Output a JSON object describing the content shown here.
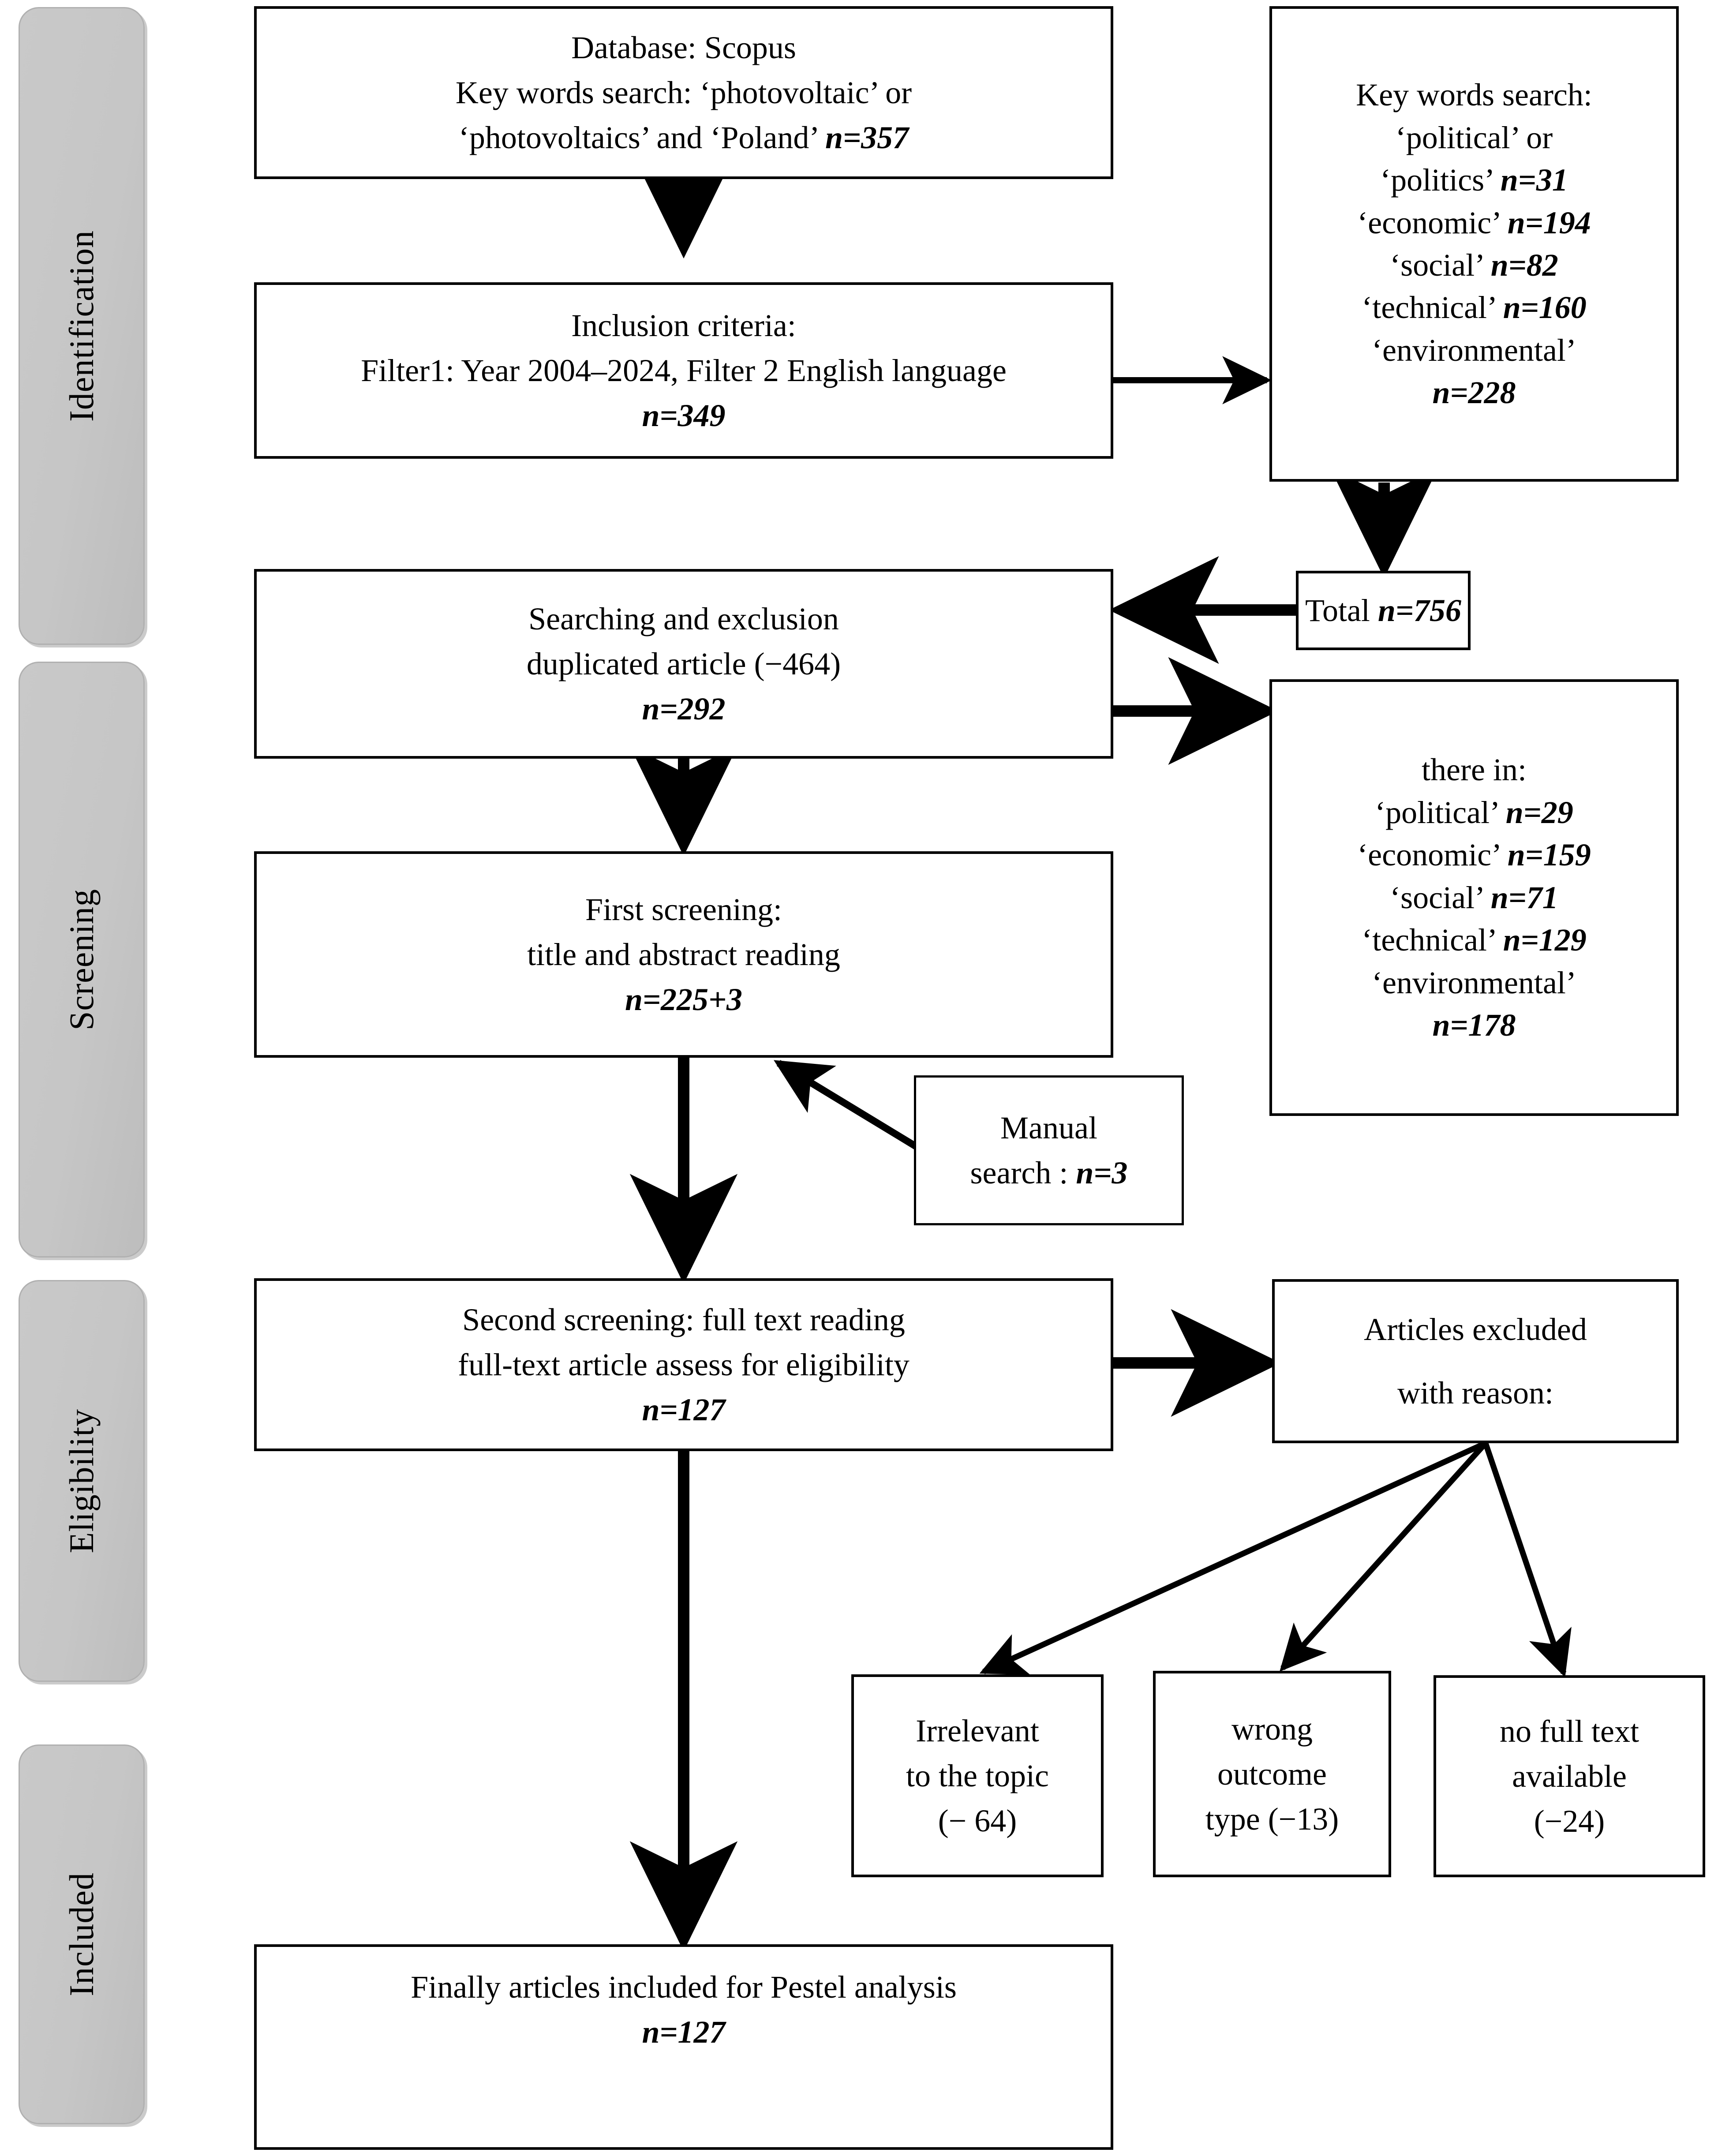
{
  "diagram": {
    "title": "PRISMA flow diagram",
    "phases": [
      {
        "id": "identification",
        "label": "Identification"
      },
      {
        "id": "screening",
        "label": "Screening"
      },
      {
        "id": "eligibility",
        "label": "Eligibility"
      },
      {
        "id": "included",
        "label": "Included"
      }
    ],
    "boxes": {
      "database": {
        "line1": "Database: Scopus",
        "line2": "Key words search: ‘photovoltaic’ or",
        "line3_text": "‘photovoltaics’ and ‘Poland’ ",
        "line3_n": "n=357"
      },
      "inclusion": {
        "line1": "Inclusion criteria:",
        "line2": "Filter1: Year 2004–2024, Filter 2 English language",
        "line3_n": "n=349"
      },
      "keywords_search": {
        "line1": "Key words search:",
        "line2": "‘political’ or",
        "line3_text": "‘politics’ ",
        "line3_n": "n=31",
        "line4_text": "‘economic’ ",
        "line4_n": "n=194",
        "line5_text": "‘social’ ",
        "line5_n": "n=82",
        "line6_text": "‘technical’ ",
        "line6_n": "n=160",
        "line7_text": "‘environmental’",
        "line8_n": "n=228"
      },
      "total": {
        "text": "Total ",
        "n": "n=756"
      },
      "searching": {
        "line1": "Searching and exclusion",
        "line2": "duplicated article (−464)",
        "line3_n": "n=292"
      },
      "there_in": {
        "line1": "there in:",
        "line2_text": "‘political’ ",
        "line2_n": "n=29",
        "line3_text": "‘economic’ ",
        "line3_n": "n=159",
        "line4_text": "‘social’ ",
        "line4_n": "n=71",
        "line5_text": "‘technical’ ",
        "line5_n": "n=129",
        "line6_text": "‘environmental’",
        "line7_n": "n=178"
      },
      "first_screening": {
        "line1": "First screening:",
        "line2": "title and abstract reading",
        "line3_n": "n=225+3"
      },
      "manual_search": {
        "line1": "Manual",
        "line2_text": "search : ",
        "line2_n": "n=3"
      },
      "second_screening": {
        "line1": "Second screening: full text reading",
        "line2": "full-text article assess for eligibility",
        "line3_n": "n=127"
      },
      "articles_excluded": {
        "line1": "Articles excluded",
        "line2": "with reason:"
      },
      "irrelevant": {
        "line1": "Irrelevant",
        "line2": "to the topic",
        "line3": "(− 64)"
      },
      "wrong_outcome": {
        "line1": "wrong",
        "line2": "outcome",
        "line3": "type (−13)"
      },
      "no_full_text": {
        "line1": "no full text",
        "line2": "available",
        "line3": "(−24)"
      },
      "final": {
        "line1": "Finally articles included for Pestel analysis",
        "line2_n": "n=127"
      }
    },
    "colors": {
      "stroke": "#000000",
      "box_fill": "#ffffff",
      "phase_fill": "#c6c6c6",
      "phase_border": "#b0b0b0",
      "page_background": "#ffffff"
    }
  }
}
